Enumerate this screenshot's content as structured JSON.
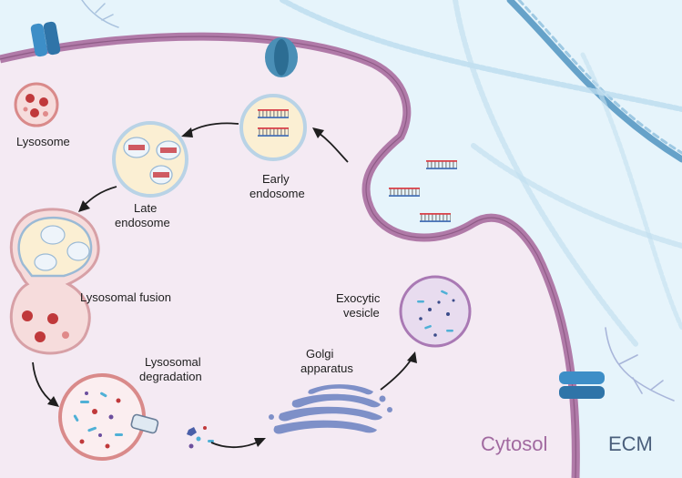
{
  "labels": {
    "lysosome": "Lysosome",
    "late_endosome": [
      "Late",
      "endosome"
    ],
    "early_endosome": [
      "Early",
      "endosome"
    ],
    "lysosomal_fusion": "Lysosomal fusion",
    "lysosomal_degradation": [
      "Lysosomal",
      "degradation"
    ],
    "golgi_apparatus": [
      "Golgi",
      "apparatus"
    ],
    "exocytic_vesicle": [
      "Exocytic",
      "vesicle"
    ]
  },
  "regions": {
    "cytosol": "Cytosol",
    "ecm": "ECM"
  },
  "colors": {
    "ecm_background": "#e6f4fb",
    "cytosol_fill": "#f4eaf3",
    "membrane": "#b07aa8",
    "membrane_dark": "#8e5b86",
    "endosome_fill": "#fbefd3",
    "endosome_ring": "#b9d3e6",
    "lysosome_fill": "#f6dcdc",
    "lysosome_ring": "#d98a8a",
    "lysosome_content": "#c0393b",
    "golgi": "#7e90c8",
    "exocytic_fill": "#e8dcef",
    "exocytic_ring": "#a979b4",
    "dna_red": "#d9434b",
    "dna_blue": "#4a74b8",
    "channel": "#3d8ec7",
    "cytosol_text": "#a16aa0",
    "ecm_text": "#4b5f7c"
  }
}
